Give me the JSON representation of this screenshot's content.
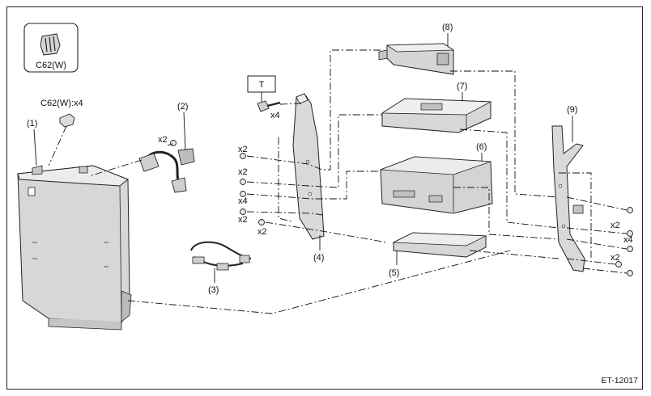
{
  "connector_legend": {
    "code": "C62(W)",
    "icon": "connector-clip-icon"
  },
  "connector_callout": "C62(W):x4",
  "torque_box": "T",
  "parts": {
    "p1": "(1)",
    "p2": "(2)",
    "p3": "(3)",
    "p4": "(4)",
    "p5": "(5)",
    "p6": "(6)",
    "p7": "(7)",
    "p8": "(8)",
    "p9": "(9)"
  },
  "qty": {
    "p2_screw": "x2",
    "torque_bolt": "x4",
    "left_1": "x2",
    "left_2": "x2",
    "left_3": "x4",
    "left_4": "x2",
    "left_5": "x2",
    "right_1": "x2",
    "right_2": "x4",
    "right_3": "x2"
  },
  "figure_id": "ET-12017"
}
